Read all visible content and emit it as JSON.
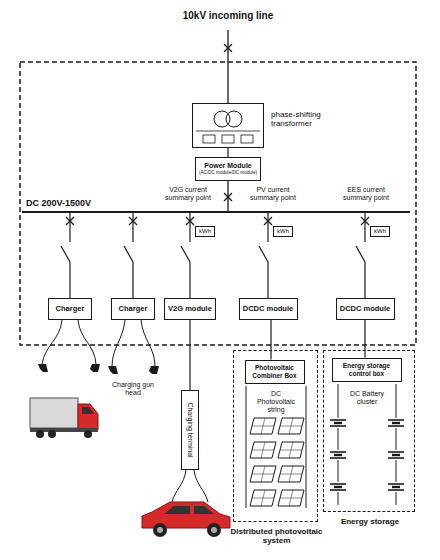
{
  "diagram": {
    "nodes": [
      {
        "text": [
          "phase-shifting transformer"
        ]
      },
      {
        "text": [
          "Power Module",
          "(AC/DC module/DC module)"
        ]
      },
      {
        "text": [
          "kWh"
        ]
      },
      {
        "text": [
          "kWh"
        ]
      },
      {
        "text": [
          "kWh"
        ]
      },
      {
        "text": [
          "Charger"
        ]
      },
      {
        "text": [
          "Charger"
        ]
      },
      {
        "text": [
          "V2G module"
        ]
      },
      {
        "text": [
          "DCDC module"
        ]
      },
      {
        "text": [
          "DCDC module"
        ]
      },
      {
        "text": [
          "Charging terminal"
        ]
      },
      {
        "text": [
          "Distributed photovoltaic system"
        ]
      },
      {
        "text": [
          "Photovoltaic Combiner Box"
        ],
        "in": 11
      },
      {
        "text": [
          "Energy storage"
        ]
      },
      {
        "text": [
          "Energy storage control box"
        ],
        "in": 13
      }
    ],
    "edges": [
      {
        "from": 0,
        "to": 1,
        "arrow": "none"
      },
      {
        "from": 7,
        "to": 10,
        "arrow": "none"
      },
      {
        "from": 8,
        "to": 12,
        "arrow": "none"
      },
      {
        "from": 9,
        "to": 14,
        "arrow": "none"
      }
    ],
    "labels": [
      "10kV incoming line",
      "DC 200V-1500V",
      "V2G current summary point",
      "PV current summary point",
      "EES current summary point",
      "Charging gun head",
      "DC Photovoltaic string",
      "DC Battery cluster"
    ]
  }
}
